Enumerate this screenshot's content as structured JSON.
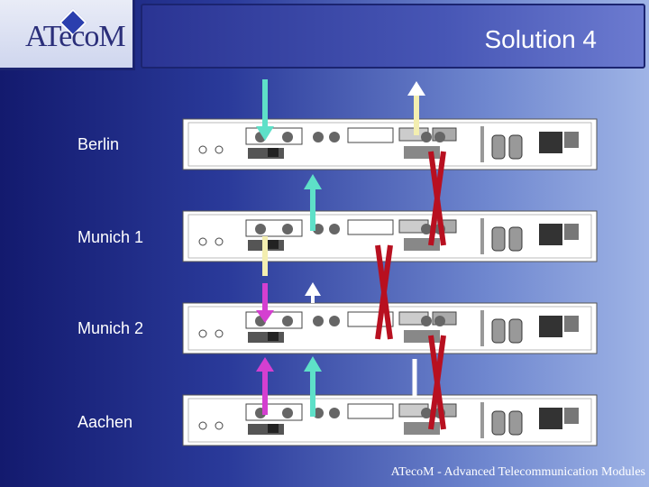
{
  "logo": {
    "text": "ATecoM"
  },
  "title": "Solution 4",
  "sites": [
    {
      "label": "Berlin"
    },
    {
      "label": "Munich 1"
    },
    {
      "label": "Munich 2"
    },
    {
      "label": "Aachen"
    }
  ],
  "footer": "ATecoM - Advanced Telecommunication Modules",
  "colors": {
    "cyan": "#5ee0c8",
    "yellow": "#f3eeb0",
    "magenta": "#d43fd0",
    "white": "#ffffff",
    "red": "#b81020"
  }
}
